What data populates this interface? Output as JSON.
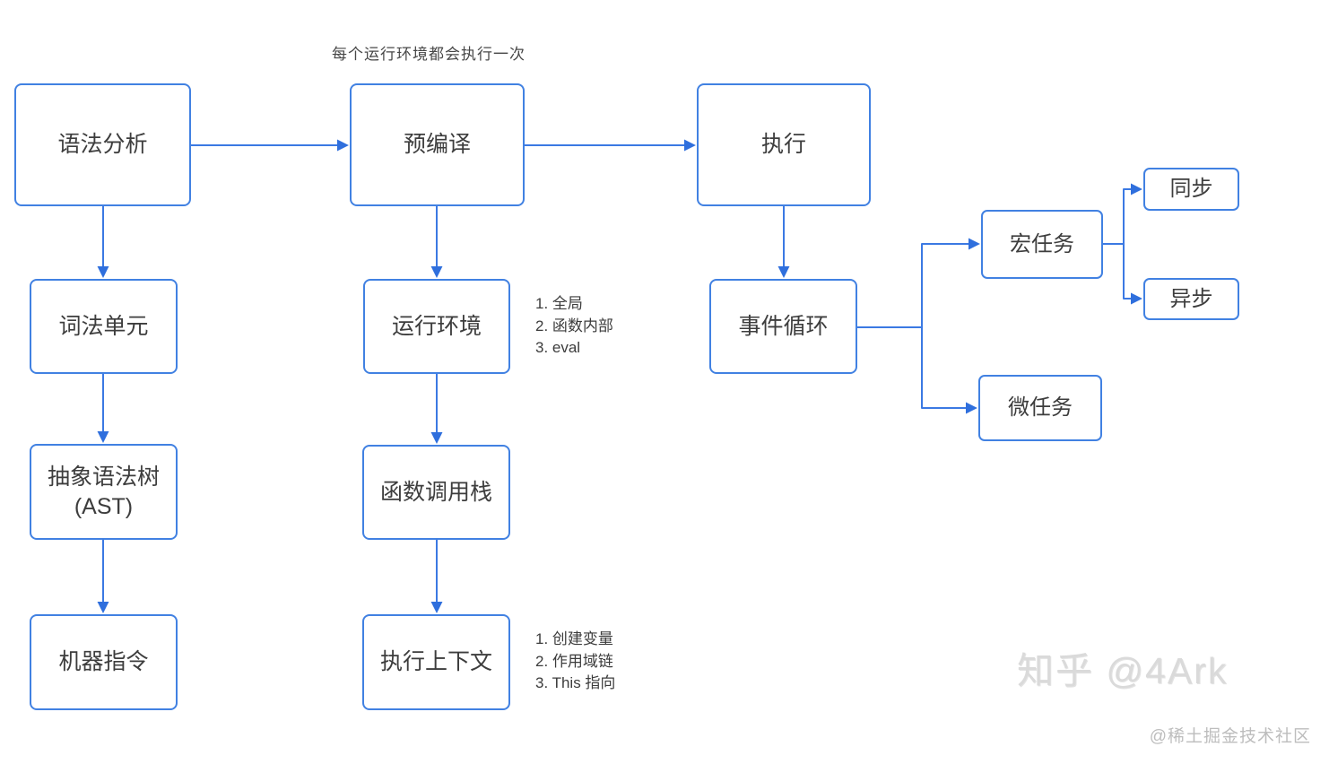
{
  "diagram": {
    "top_label": "每个运行环境都会执行一次",
    "nodes": {
      "syntax": {
        "label": "语法分析"
      },
      "precompile": {
        "label": "预编译"
      },
      "execute": {
        "label": "执行"
      },
      "token": {
        "label": "词法单元"
      },
      "runtime": {
        "label": "运行环境"
      },
      "eventloop": {
        "label": "事件循环"
      },
      "ast": {
        "label": "抽象语法树",
        "label2": "(AST)"
      },
      "callstack": {
        "label": "函数调用栈"
      },
      "machine": {
        "label": "机器指令"
      },
      "context": {
        "label": "执行上下文"
      },
      "macrotask": {
        "label": "宏任务"
      },
      "microtask": {
        "label": "微任务"
      },
      "sync": {
        "label": "同步"
      },
      "async": {
        "label": "异步"
      }
    },
    "notes": {
      "runtime": [
        "1. 全局",
        "2. 函数内部",
        "3. eval"
      ],
      "context": [
        "1. 创建变量",
        "2. 作用域链",
        "3. This 指向"
      ]
    },
    "colors": {
      "line": "#3b79e3",
      "arrowhead": "#2f6fdd",
      "box_border": "#4181e2",
      "box_text": "#3d3d3d",
      "background": "#ffffff"
    }
  },
  "watermarks": {
    "zhihu": "知乎 @4Ark",
    "juejin": "@稀土掘金技术社区"
  }
}
